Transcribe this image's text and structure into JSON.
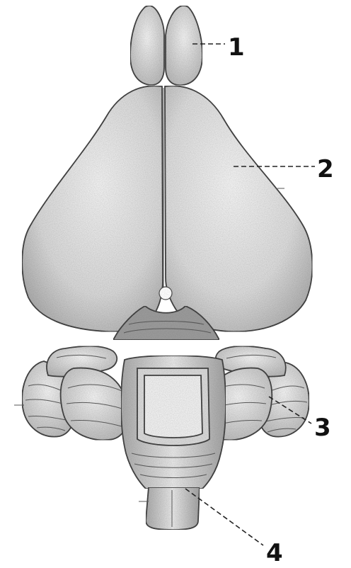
{
  "labels": [
    {
      "id": "1",
      "text": "1"
    },
    {
      "id": "2",
      "text": "2"
    },
    {
      "id": "3",
      "text": "3"
    },
    {
      "id": "4",
      "text": "4"
    }
  ],
  "colors": {
    "background": "#ffffff",
    "tissue_light": "#e4e4e4",
    "tissue_mid": "#c9c9c9",
    "tissue_dark": "#8e8e8e",
    "ink": "#111111"
  }
}
